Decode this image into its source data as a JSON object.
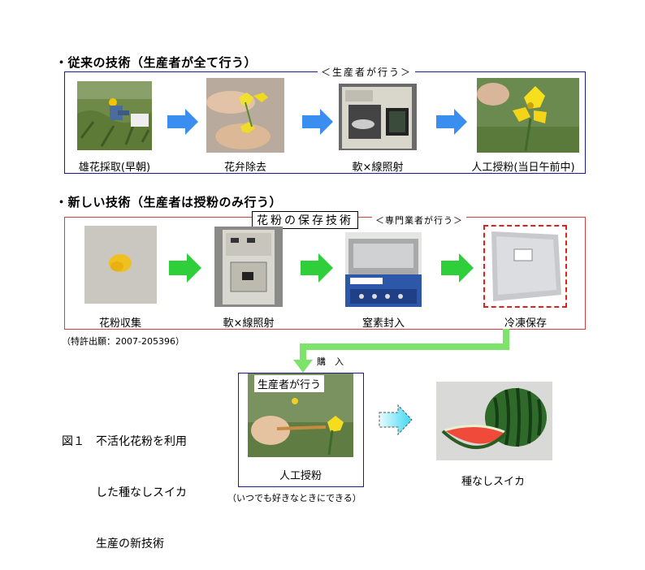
{
  "section1": {
    "heading": "・従来の技術（生産者が全て行う）",
    "frame_tag": "＜生産者が行う＞",
    "steps": [
      {
        "label": "雄花採取(早朝)",
        "icon": "farmer-field-photo"
      },
      {
        "label": "花弁除去",
        "icon": "flower-hands-photo"
      },
      {
        "label": "軟×線照射",
        "icon": "xray-machine-photo"
      },
      {
        "label": "人工授粉(当日午前中)",
        "icon": "flower-pollination-photo"
      }
    ]
  },
  "section2": {
    "heading": "・新しい技術（生産者は授粉のみ行う）",
    "storage_tag": "花粉の保存技術",
    "specialist_tag": "＜専門業者が行う＞",
    "steps": [
      {
        "label": "花粉収集",
        "icon": "pollen-powder-photo"
      },
      {
        "label": "軟×線照射",
        "icon": "xray-cabinet-photo"
      },
      {
        "label": "窒素封入",
        "icon": "nitrogen-sealer-photo"
      },
      {
        "label": "冷凍保存",
        "icon": "sealed-bag-photo"
      }
    ],
    "patent": "（特許出願：2007-205396）"
  },
  "bottom": {
    "purchase_label": "購　入",
    "producer_tag": "生産者が行う",
    "pollination_label": "人工授粉",
    "pollination_note": "（いつでも好きなときにできる）",
    "result_label": "種なしスイカ",
    "figure_caption": [
      "図１　不活化花粉を利用",
      "　　　した種なしスイカ",
      "　　　生産の新技術"
    ]
  },
  "colors": {
    "blue_frame": "#1a1aa0",
    "red_frame": "#d04040",
    "blue_arrow": "#3a8ef0",
    "green_arrow": "#2ecf3a",
    "connector_green": "#7ee36a",
    "cyan_arrow": "#3cd8f0"
  }
}
